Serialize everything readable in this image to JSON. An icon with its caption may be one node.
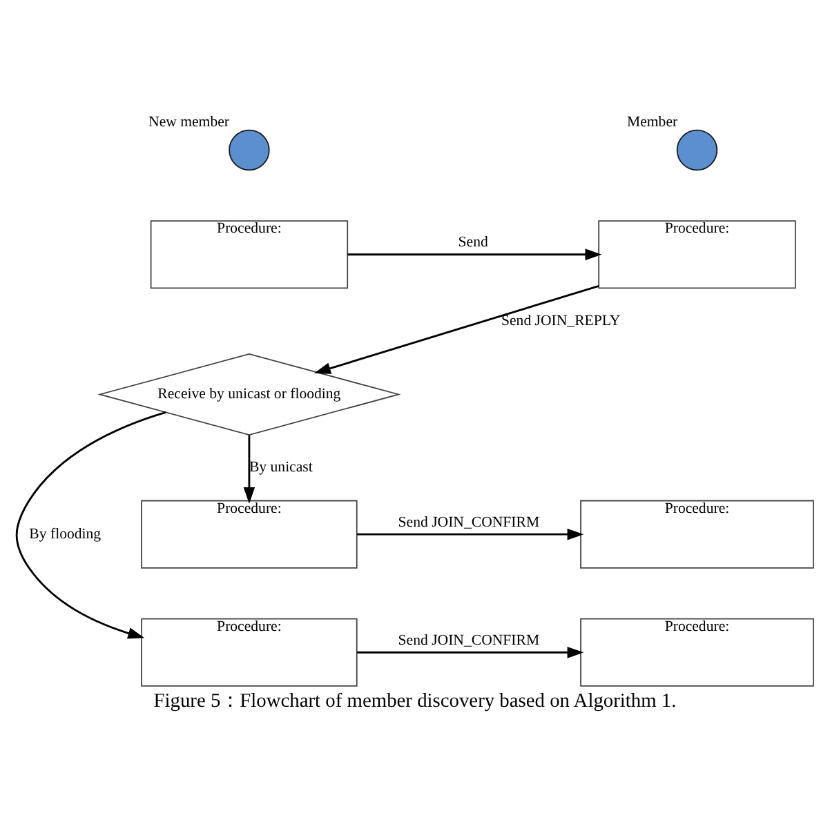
{
  "diagram": {
    "caption": "Figure 5：Flowchart of member discovery based on Algorithm 1.",
    "nodes": [
      {
        "text": [],
        "shape": "person",
        "beside": [
          "New member"
        ]
      },
      {
        "text": [],
        "shape": "person",
        "beside": [
          "Member"
        ]
      },
      {
        "text": [
          "Procedure:"
        ]
      },
      {
        "text": [
          "Procedure:"
        ]
      },
      {
        "text": [
          "Receive by unicast or flooding"
        ]
      },
      {
        "text": [
          "Procedure:"
        ]
      },
      {
        "text": [
          "Procedure:"
        ]
      },
      {
        "text": [
          "Procedure:"
        ]
      },
      {
        "text": [
          "Procedure:"
        ]
      }
    ],
    "edges": [
      {
        "from": 2,
        "to": 3,
        "arrow": "to",
        "label": "Send"
      },
      {
        "from": 3,
        "to": 4,
        "arrow": "to",
        "label": "Send JOIN_REPLY"
      },
      {
        "from": 4,
        "to": 6,
        "arrow": "to",
        "label": "By unicast"
      },
      {
        "from": 4,
        "to": 8,
        "arrow": "to",
        "label": "By flooding"
      },
      {
        "from": 6,
        "to": 5,
        "arrow": "to",
        "label": "Send JOIN_CONFIRM"
      },
      {
        "from": 8,
        "to": 7,
        "arrow": "to",
        "label": "Send JOIN_CONFIRM"
      }
    ]
  }
}
